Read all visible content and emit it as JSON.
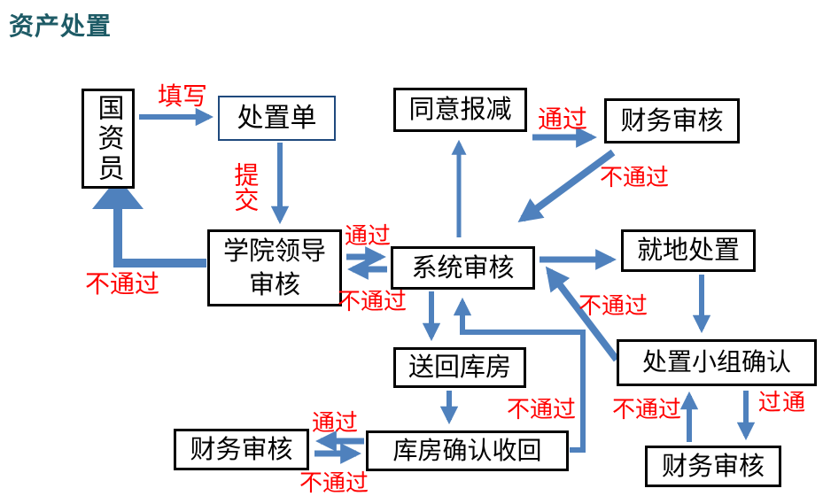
{
  "title": {
    "text": "资产处置",
    "color": "#1e5b66"
  },
  "colors": {
    "arrow": "#4f81bd",
    "edge_label": "#ff0000",
    "node_border": "#000000",
    "disposal_form_border": "#1f497d",
    "background": "#ffffff"
  },
  "nodes": [
    {
      "id": "state-asset-clerk",
      "label": "国资员"
    },
    {
      "id": "disposal-form",
      "label": "处置单"
    },
    {
      "id": "approve-writeoff",
      "label": "同意报减"
    },
    {
      "id": "finance-review-top",
      "label": "财务审核"
    },
    {
      "id": "college-leader-review",
      "label": "学院领导\n审核"
    },
    {
      "id": "system-review",
      "label": "系统审核"
    },
    {
      "id": "onsite-disposal",
      "label": "就地处置"
    },
    {
      "id": "disposal-team-confirm",
      "label": "处置小组确认"
    },
    {
      "id": "return-to-warehouse",
      "label": "送回库房"
    },
    {
      "id": "warehouse-confirm",
      "label": "库房确认收回"
    },
    {
      "id": "finance-review-bottom-left",
      "label": "财务审核"
    },
    {
      "id": "finance-review-bottom-right",
      "label": "财务审核"
    }
  ],
  "edges": [
    {
      "from": "国资员",
      "to": "处置单",
      "label": "填写"
    },
    {
      "from": "处置单",
      "to": "学院领导审核",
      "label": "提交"
    },
    {
      "from": "学院领导审核",
      "to": "系统审核",
      "label": "通过"
    },
    {
      "from": "系统审核",
      "to": "学院领导审核",
      "label": "不通过"
    },
    {
      "from": "学院领导审核",
      "to": "国资员",
      "label": "不通过"
    },
    {
      "from": "系统审核",
      "to": "同意报减",
      "label": ""
    },
    {
      "from": "同意报减",
      "to": "财务审核",
      "label": "通过"
    },
    {
      "from": "财务审核",
      "to": "系统审核",
      "label": "不通过"
    },
    {
      "from": "系统审核",
      "to": "就地处置",
      "label": ""
    },
    {
      "from": "就地处置",
      "to": "处置小组确认",
      "label": ""
    },
    {
      "from": "处置小组确认",
      "to": "系统审核",
      "label": "不通过"
    },
    {
      "from": "系统审核",
      "to": "送回库房",
      "label": ""
    },
    {
      "from": "送回库房",
      "to": "库房确认收回",
      "label": ""
    },
    {
      "from": "库房确认收回",
      "to": "系统审核",
      "label": "不通过"
    },
    {
      "from": "库房确认收回",
      "to": "财务审核",
      "label": "通过"
    },
    {
      "from": "财务审核",
      "to": "库房确认收回",
      "label": "不通过"
    },
    {
      "from": "财务审核",
      "to": "处置小组确认",
      "label": "不通过"
    },
    {
      "from": "处置小组确认",
      "to": "财务审核",
      "label": "通\n过"
    }
  ]
}
